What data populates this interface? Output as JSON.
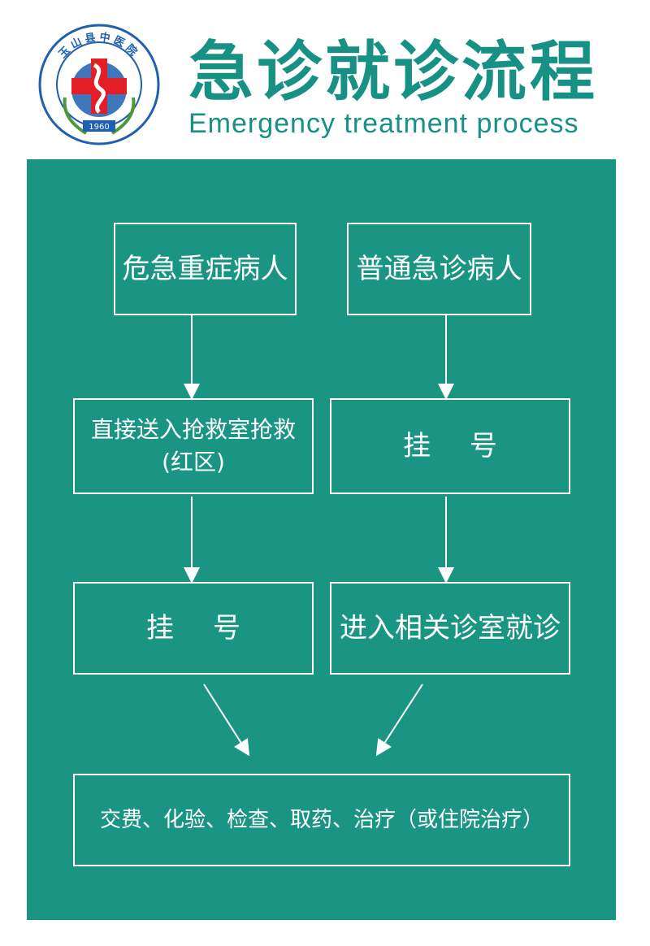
{
  "colors": {
    "brand_teal": "#169183",
    "panel_teal": "#1a9584",
    "logo_red": "#e41e26",
    "logo_blue": "#1f5fae",
    "logo_green": "#4a9a3c",
    "line_white": "#ffffff"
  },
  "header": {
    "title_cn": "急诊就诊流程",
    "title_en": "Emergency treatment process",
    "logo": {
      "name": "玉山县中医院",
      "year": "1960",
      "icon": "hospital-emblem-icon"
    }
  },
  "flow": {
    "critical_patient": "危急重症病人",
    "regular_patient": "普通急诊病人",
    "rescue_line1": "直接送入抢救室抢救",
    "rescue_line2": "(红区)",
    "register_right": "挂号",
    "register_left": "挂号",
    "enter_clinic": "进入相关诊室就诊",
    "final_step": "交费、化验、检查、取药、治疗（或住院治疗）"
  }
}
